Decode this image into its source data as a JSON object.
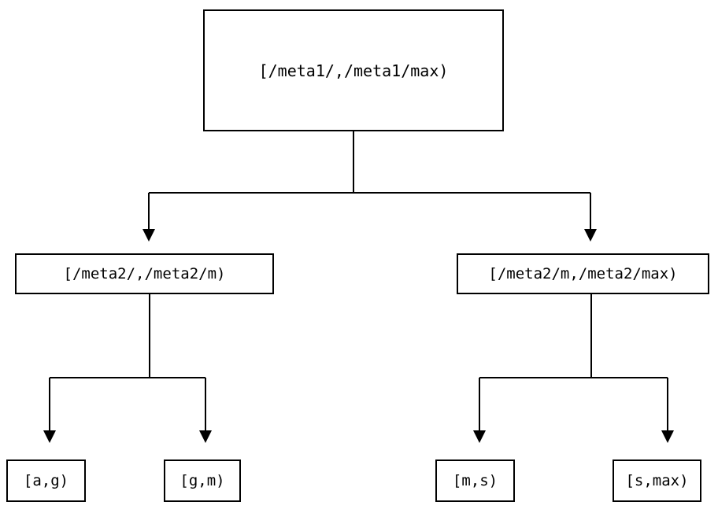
{
  "diagram": {
    "type": "tree",
    "title": "",
    "orientation": "top-down",
    "colors": {
      "background": "#ffffff",
      "node_border": "#000000",
      "node_fill": "#ffffff",
      "text": "#000000",
      "edge": "#000000"
    },
    "nodes": {
      "root": {
        "id": "root",
        "label": "[/meta1/,/meta1/max)",
        "level": 0
      },
      "mid_left": {
        "id": "mid_left",
        "label": "[/meta2/,/meta2/m)",
        "level": 1
      },
      "mid_right": {
        "id": "mid_right",
        "label": "[/meta2/m,/meta2/max)",
        "level": 1
      },
      "leaves": [
        {
          "id": "leaf_ag",
          "label": "[a,g)",
          "level": 2,
          "parent": "mid_left"
        },
        {
          "id": "leaf_gm",
          "label": "[g,m)",
          "level": 2,
          "parent": "mid_left"
        },
        {
          "id": "leaf_ms",
          "label": "[m,s)",
          "level": 2,
          "parent": "mid_right"
        },
        {
          "id": "leaf_smax",
          "label": "[s,max)",
          "level": 2,
          "parent": "mid_right"
        }
      ]
    },
    "edges": [
      {
        "from": "root",
        "to": "mid_left",
        "arrow": "triangle-down"
      },
      {
        "from": "root",
        "to": "mid_right",
        "arrow": "triangle-down"
      },
      {
        "from": "mid_left",
        "to": "leaf_ag",
        "arrow": "triangle-down"
      },
      {
        "from": "mid_left",
        "to": "leaf_gm",
        "arrow": "triangle-down"
      },
      {
        "from": "mid_right",
        "to": "leaf_ms",
        "arrow": "triangle-down"
      },
      {
        "from": "mid_right",
        "to": "leaf_smax",
        "arrow": "triangle-down"
      }
    ]
  }
}
